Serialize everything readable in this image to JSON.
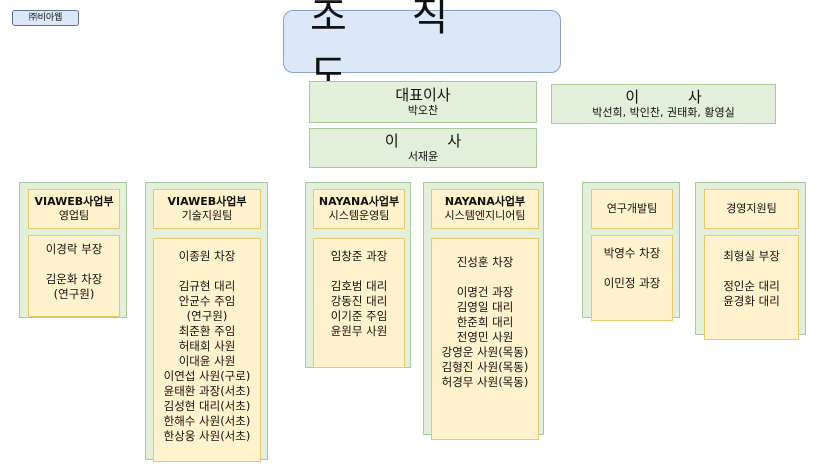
{
  "company": "㈜비아웹",
  "title": "조 직 도",
  "executives": {
    "ceo": {
      "role": "대표이사",
      "name": "박오찬"
    },
    "directors": {
      "role": "이 사",
      "names": "박선희, 박인찬, 권태화, 황영실"
    },
    "director2": {
      "role": "이 사",
      "name": "서재윤"
    }
  },
  "departments": [
    {
      "division": "VIAWEB사업부",
      "team": "영업팀",
      "members": [
        "이경락 부장",
        "",
        "김운화 차장",
        "(연구원)"
      ]
    },
    {
      "division": "VIAWEB사업부",
      "team": "기술지원팀",
      "members": [
        "이종원 차장",
        "",
        "김규현 대리",
        "안균수 주임",
        "(연구원)",
        "최준환 주임",
        "허태회 사원",
        "이대윤 사원",
        "이연섭 사원(구로)",
        "윤태환 과장(서초)",
        "김성현 대리(서초)",
        "한해수 사원(서초)",
        "한상웅 사원(서초)"
      ]
    },
    {
      "division": "NAYANA사업부",
      "team": "시스템운영팀",
      "members": [
        "임창준 과장",
        "",
        "김호범 대리",
        "강동진 대리",
        "이기준 주임",
        "윤원무 사원"
      ]
    },
    {
      "division": "NAYANA사업부",
      "team": "시스템엔지니어팀",
      "members": [
        "진성훈 차장",
        "",
        "이명건 과장",
        "김영일 대리",
        "한준희 대리",
        "전영민 사원",
        "강영운 사원(목동)",
        "김형진 사원(목동)",
        "허경무 사원(목동)"
      ]
    },
    {
      "division": "",
      "team": "연구개발팀",
      "members": [
        "박영수 차장",
        "",
        "이민정 과장"
      ]
    },
    {
      "division": "",
      "team": "경영지원팀",
      "members": [
        "최형실 부장",
        "",
        "정인순 대리",
        "윤경화 대리"
      ]
    }
  ]
}
